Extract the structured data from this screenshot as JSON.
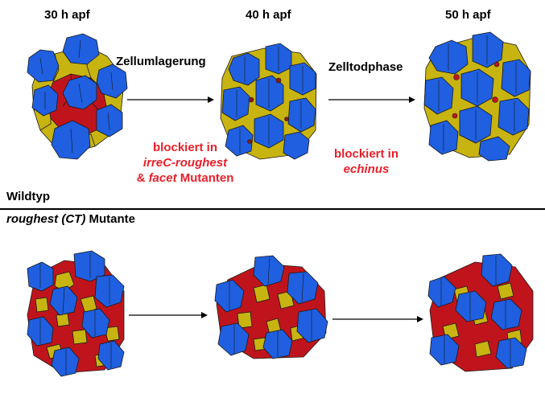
{
  "timepoints": [
    "30 h apf",
    "40 h apf",
    "50 h apf"
  ],
  "transitions": [
    {
      "phase": "Zellumlagerung",
      "blocked_intro": "blockiert in",
      "blocked_line2": "irreC-roughest",
      "blocked_line3_prefix": "& ",
      "blocked_line3_italic": "facet",
      "blocked_line3_suffix": " Mutanten"
    },
    {
      "phase": "Zelltodphase",
      "blocked_intro": "blockiert in",
      "blocked_line2": "echinus"
    }
  ],
  "rows": [
    {
      "label": "Wildtyp"
    },
    {
      "label_italic": "roughest (CT)",
      "label_suffix": " Mutante"
    }
  ],
  "colors": {
    "ommatidium": "#1f5fe0",
    "pigment_yellow": "#c8b411",
    "bristle_red": "#c0141c",
    "outline": "#1a1a1a",
    "label_red": "#e8202a"
  }
}
